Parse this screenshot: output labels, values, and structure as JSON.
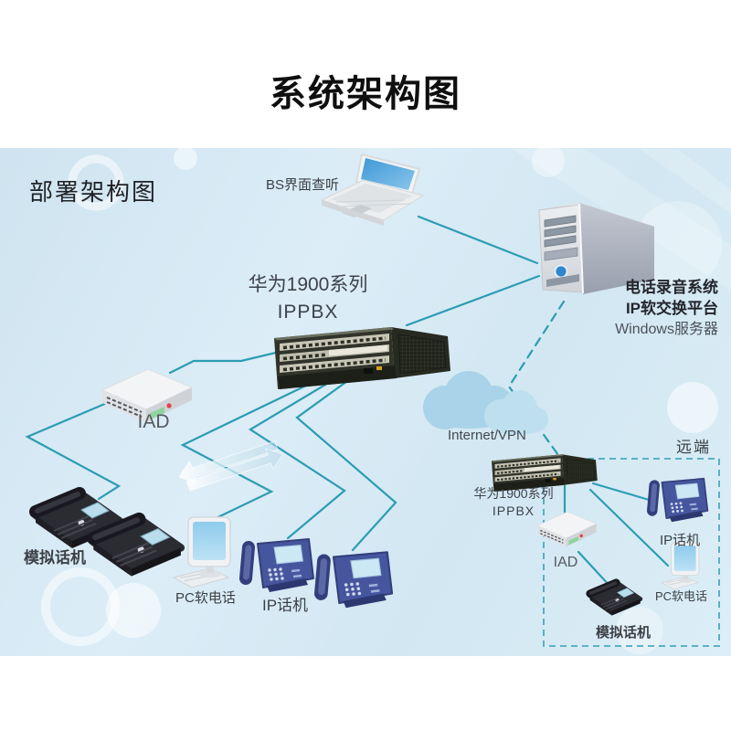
{
  "page": {
    "title": "系统架构图"
  },
  "panel": {
    "subtitle": "部署架构图",
    "remote_zone": "远端",
    "colors": {
      "panel_bg": "#d7e9f3",
      "line_teal": "#2b9db3",
      "cloud_blue": "#a9d3e8",
      "laptop_screen_blue": "#4aa0dc",
      "ip_phone_navy": "#46569e",
      "analog_phone_black": "#2b2b32",
      "server_gray": "#c3c8d2",
      "iad_white": "#f3f4f6"
    }
  },
  "nodes": {
    "laptop_label": "BS界面查听",
    "server_line1": "电话录音系统",
    "server_line2": "IP软交换平台",
    "server_line3": "Windows服务器",
    "ippbx_main_line1": "华为1900系列",
    "ippbx_main_line2": "IPPBX",
    "iad_main": "IAD",
    "analog_main": "模拟话机",
    "pc_main": "PC软电话",
    "ipphone_main": "IP话机",
    "cloud": "Internet/VPN",
    "ippbx_remote_line1": "华为1900系列",
    "ippbx_remote_line2": "IPPBX",
    "iad_remote": "IAD",
    "ipphone_remote": "IP话机",
    "pc_remote": "PC软电话",
    "analog_remote": "模拟话机"
  }
}
